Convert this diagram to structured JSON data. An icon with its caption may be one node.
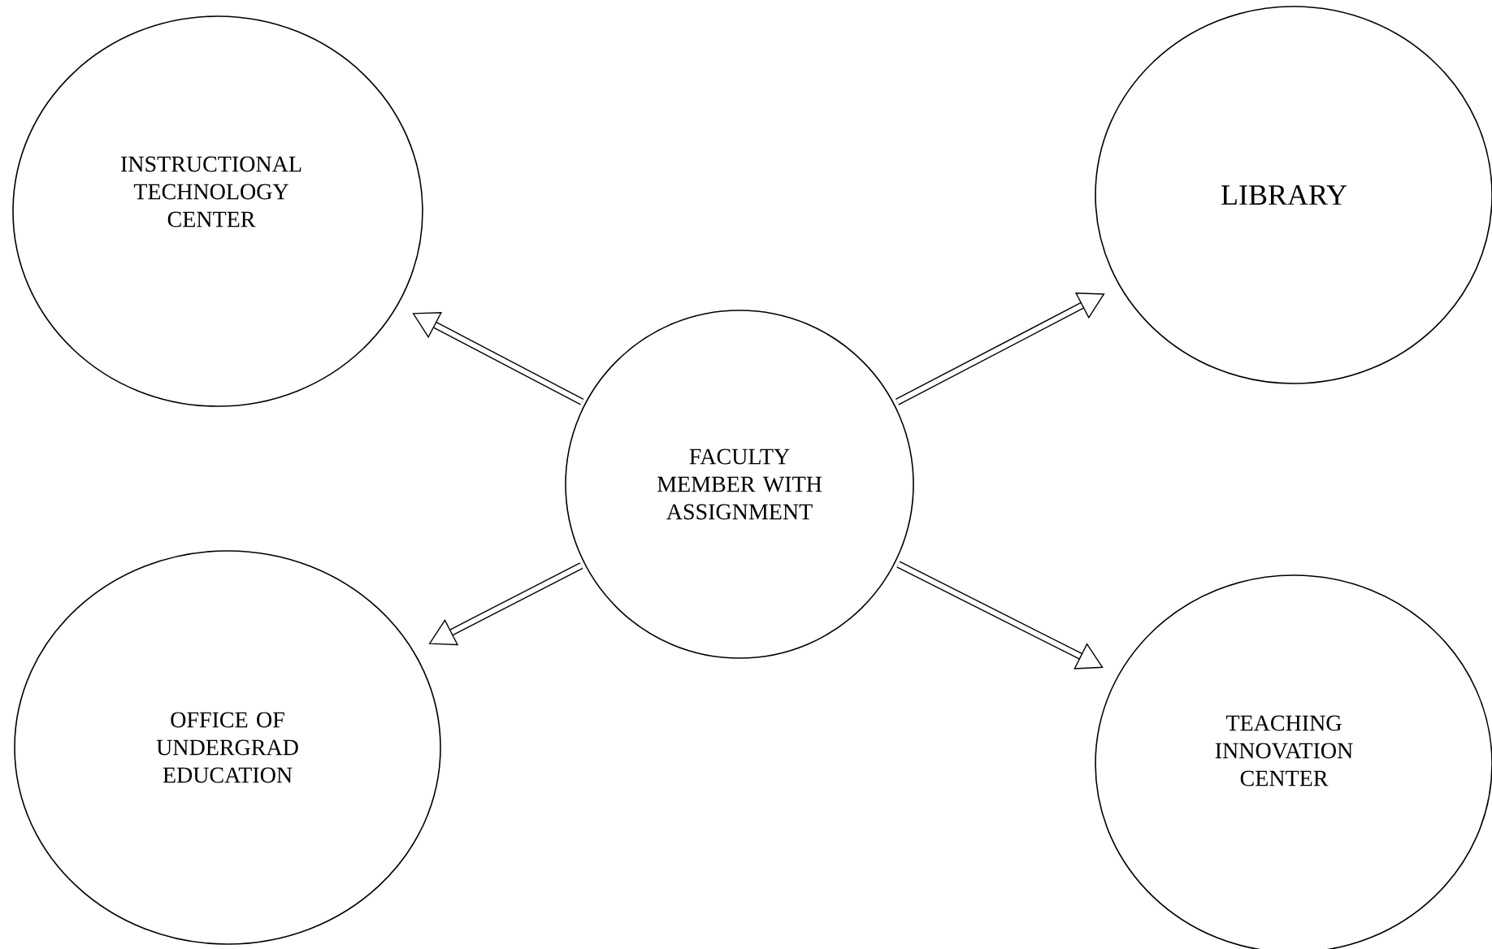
{
  "diagram": {
    "nodes": [
      {
        "text": [
          "INSTRUCTIONAL TECHNOLOGY CENTER"
        ]
      },
      {
        "text": [
          "LIBRARY"
        ]
      },
      {
        "text": [
          "FACULTY MEMBER WITH ASSIGNMENT"
        ]
      },
      {
        "text": [
          "OFFICE OF UNDERGRAD EDUCATION"
        ]
      },
      {
        "text": [
          "TEACHING INNOVATION CENTER"
        ]
      }
    ],
    "edges": [
      {
        "from": 2,
        "to": 0,
        "arrow": "to"
      },
      {
        "from": 2,
        "to": 1,
        "arrow": "to"
      },
      {
        "from": 2,
        "to": 3,
        "arrow": "to"
      },
      {
        "from": 2,
        "to": 4,
        "arrow": "to"
      }
    ]
  }
}
